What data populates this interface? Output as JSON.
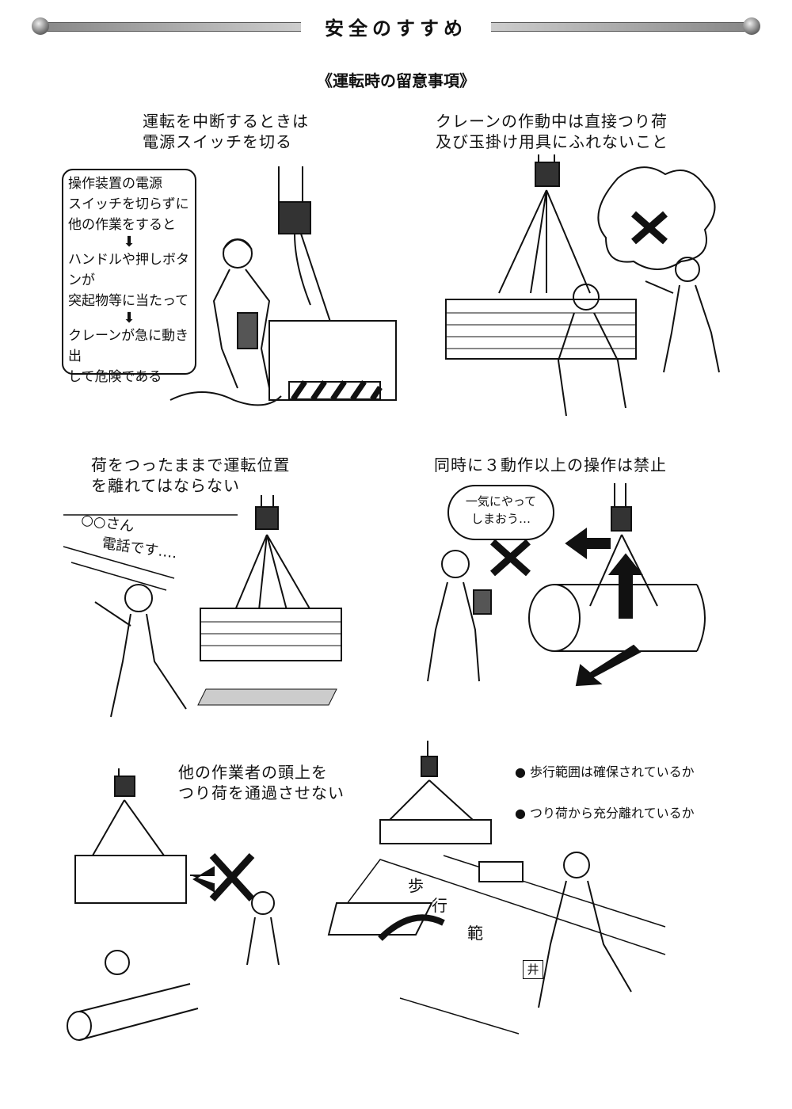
{
  "header": {
    "title": "安全のすすめ"
  },
  "subtitle": "《運転時の留意事項》",
  "sections": [
    {
      "caption": [
        "運転を中断するときは",
        "電源スイッチを切る"
      ],
      "bubble": [
        "操作装置の電源",
        "スイッチを切らずに",
        "他の作業をすると",
        "ハンドルや押しボタンが",
        "突起物等に当たって",
        "クレーンが急に動き出",
        "して危険である"
      ],
      "arrow_glyph": "⬇"
    },
    {
      "caption": [
        "クレーンの作動中は直接つり荷",
        "及び玉掛け用具にふれないこと"
      ],
      "mark": "prohibited-x"
    },
    {
      "caption": [
        "荷をつったままで運転位置",
        "を離れてはならない"
      ],
      "speech": [
        "○○さん",
        "電話です…."
      ]
    },
    {
      "caption": [
        "同時に３動作以上の操作は禁止"
      ],
      "thought": [
        "一気にやって",
        "しまおう…"
      ],
      "mark": "prohibited-x"
    },
    {
      "caption": [
        "他の作業者の頭上を",
        "つり荷を通過させない"
      ],
      "bullets": [
        "歩行範囲は確保されているか",
        "つり荷から充分離れているか"
      ],
      "ground_text": [
        "歩",
        "行",
        "範"
      ],
      "sign": "井"
    }
  ]
}
